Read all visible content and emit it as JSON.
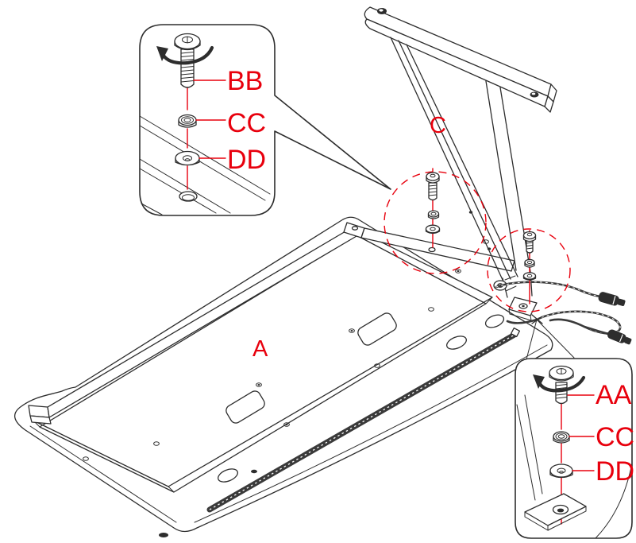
{
  "colors": {
    "accent": "#e8000d",
    "line": "#2d2d2d",
    "background": "#ffffff"
  },
  "scene": {
    "tabletop_label": "A",
    "leg_label": "C"
  },
  "callout_top_left": {
    "bolt_label": "BB",
    "nut_label": "CC",
    "washer_label": "DD"
  },
  "callout_bottom_right": {
    "bolt_label": "AA",
    "nut_label": "CC",
    "washer_label": "DD"
  }
}
